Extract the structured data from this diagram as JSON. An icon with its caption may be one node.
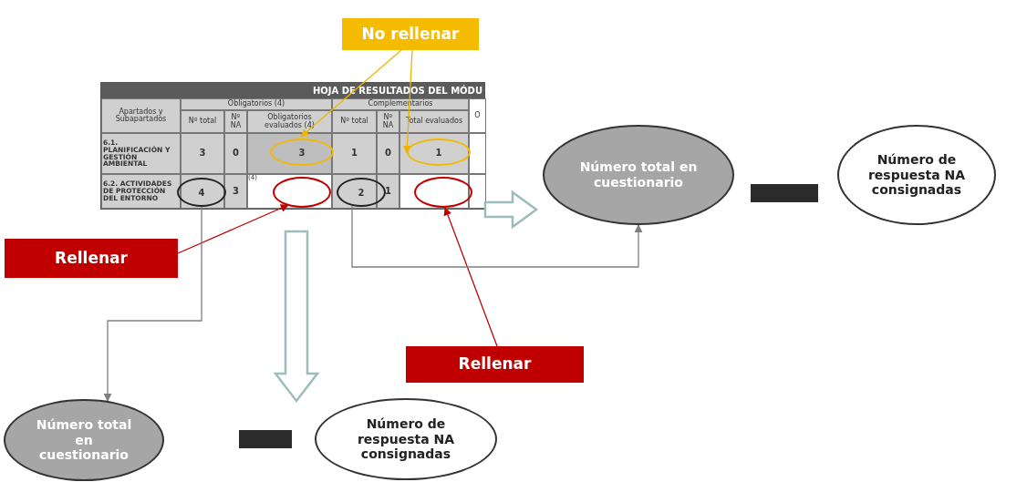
{
  "diagram": {
    "nodes": [
      {
        "text": [
          "No rellenar"
        ]
      },
      {
        "text": [
          "HOJA DE RESULTADOS  DEL MÓDU"
        ]
      },
      {
        "text": [
          "3"
        ],
        "in": 1
      },
      {
        "text": [
          "1"
        ],
        "in": 1
      },
      {
        "text": [
          "4"
        ],
        "in": 1
      },
      {
        "text": [],
        "shape": "circle",
        "in": 1
      },
      {
        "text": [
          "2"
        ],
        "in": 1
      },
      {
        "text": [],
        "shape": "circle",
        "in": 1
      },
      {
        "text": [
          "Rellenar"
        ]
      },
      {
        "text": [
          "Número total en cuestionario"
        ]
      },
      {
        "text": [],
        "shape": "bar"
      },
      {
        "text": [
          "Número de respuesta NA consignadas"
        ]
      },
      {
        "text": [
          "Rellenar"
        ]
      },
      {
        "text": [
          "Número total en cuestionario"
        ]
      },
      {
        "text": [],
        "shape": "bar"
      },
      {
        "text": [
          "Número de respuesta NA consignadas"
        ]
      }
    ],
    "edges": [
      {
        "from": 0,
        "to": 2,
        "arrow": "to",
        "color": "#f0b400"
      },
      {
        "from": 0,
        "to": 3,
        "arrow": "to",
        "color": "#f0b400"
      },
      {
        "from": 8,
        "to": 5,
        "arrow": "to",
        "color": "#c00000"
      },
      {
        "from": 12,
        "to": 7,
        "arrow": "to",
        "color": "#c00000"
      },
      {
        "from": 4,
        "to": 13,
        "arrow": "to",
        "color": "#7f7f7f"
      },
      {
        "from": 6,
        "to": 9,
        "arrow": "to",
        "color": "#7f7f7f"
      },
      {
        "from": 7,
        "to": 9,
        "arrow": "to",
        "style": "thick",
        "color": "#9fbcbc"
      },
      {
        "from": 5,
        "to": null,
        "arrow": "to",
        "style": "thick",
        "color": "#9fbcbc"
      }
    ],
    "labels": [
      "Apartados y Subapartados",
      "Obligatorios (4)",
      "Complementarios",
      "Nº total",
      "Nº NA",
      "Obligatorios evaluados (4)",
      "Nº total",
      "Nº NA",
      "Total evaluados",
      "O",
      "6.1. PLANIFICACIÓN Y GESTIÓN AMBIENTAL",
      "3",
      "0",
      "1",
      "0",
      "6.2. ACTIVIDADES DE PROTECCIÓN DEL ENTORNO",
      "3",
      "(4)",
      "1"
    ]
  }
}
